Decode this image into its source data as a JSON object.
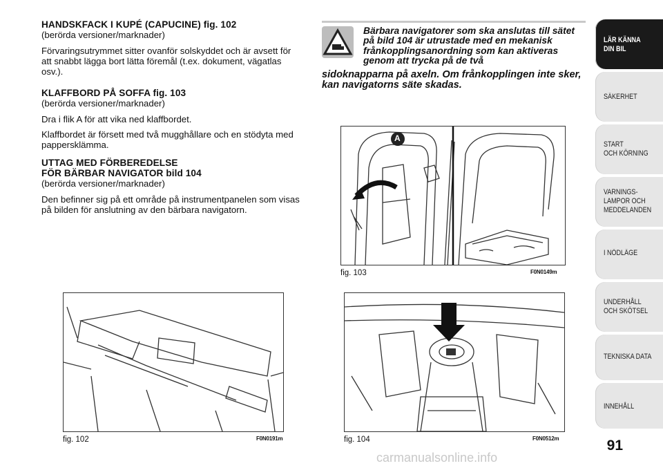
{
  "left": {
    "s1_title": "HANDSKFACK I KUPÉ (CAPUCINE) fig. 102",
    "s1_sub": "(berörda versioner/marknader)",
    "s1_p1": "Förvaringsutrymmet sitter ovanför solskyddet och är avsett för att snabbt lägga bort lätta föremål (t.ex. dokument, vägatlas osv.).",
    "s2_title": "KLAFFBORD PÅ SOFFA fig. 103",
    "s2_sub": "(berörda versioner/marknader)",
    "s2_p1": "Dra i flik A för att vika ned klaffbordet.",
    "s2_p2": "Klaffbordet är försett med två mugghållare och en stödyta med pappersklämma.",
    "s3_title1": "UTTAG MED FÖRBEREDELSE",
    "s3_title2": "FÖR BÄRBAR NAVIGATOR bild 104",
    "s3_sub": "(berörda versioner/marknader)",
    "s3_p1": "Den befinner sig på ett område på instrumentpanelen som visas på bilden för anslutning av den bärbara navigatorn."
  },
  "warning": {
    "icon": "warning-triangle-icon",
    "line_a": "Bärbara navigatorer som ska anslutas till sätet på bild 104 är utrustade med en mekanisk frånkopplingsanordning som kan aktiveras genom att trycka på de två",
    "line_b": "sidoknapparna på axeln. Om frånkopplingen inte sker, kan navigatorns säte skadas."
  },
  "figures": {
    "fig102": {
      "caption": "fig. 102",
      "code": "F0N0191m"
    },
    "fig103": {
      "caption": "fig. 103",
      "code": "F0N0149m",
      "label": "A"
    },
    "fig104": {
      "caption": "fig. 104",
      "code": "F0N0512m"
    }
  },
  "sidebar": [
    {
      "label": "LÄR KÄNNA\nDIN BIL",
      "active": true
    },
    {
      "label": "SÄKERHET",
      "active": false
    },
    {
      "label": "START\nOCH KÖRNING",
      "active": false
    },
    {
      "label": "VARNINGS-\nLAMPOR OCH\nMEDDELANDEN",
      "active": false
    },
    {
      "label": "I NÖDLÄGE",
      "active": false
    },
    {
      "label": "UNDERHÅLL\nOCH SKÖTSEL",
      "active": false
    },
    {
      "label": "TEKNISKA DATA",
      "active": false
    },
    {
      "label": "INNEHÅLL",
      "active": false
    }
  ],
  "page_number": "91",
  "watermark": "carmanualsonline.info"
}
